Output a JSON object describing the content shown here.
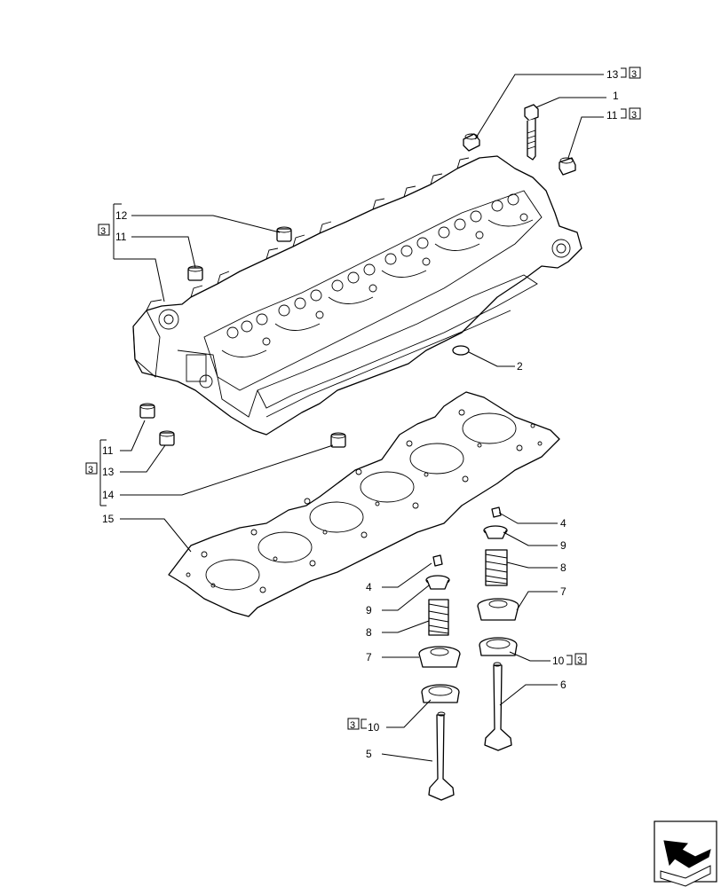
{
  "labels": {
    "l13_top": "13",
    "l13_top_ref": "3",
    "l1": "1",
    "l11_top": "11",
    "l11_top_ref": "3",
    "l12": "12",
    "l11_left": "11",
    "l12_group_ref": "3",
    "l2": "2",
    "l11_mid": "11",
    "l13_mid": "13",
    "l14": "14",
    "l_mid_group_ref": "3",
    "l15": "15",
    "l4_left": "4",
    "l9_left": "9",
    "l8_left": "8",
    "l7_left": "7",
    "l10_left": "10",
    "l10_left_ref": "3",
    "l5": "5",
    "l4_right": "4",
    "l9_right": "9",
    "l8_right": "8",
    "l7_right": "7",
    "l10_right": "10",
    "l10_right_ref": "3",
    "l6": "6"
  },
  "icons": {
    "nav": "next-page-arrow-icon"
  }
}
